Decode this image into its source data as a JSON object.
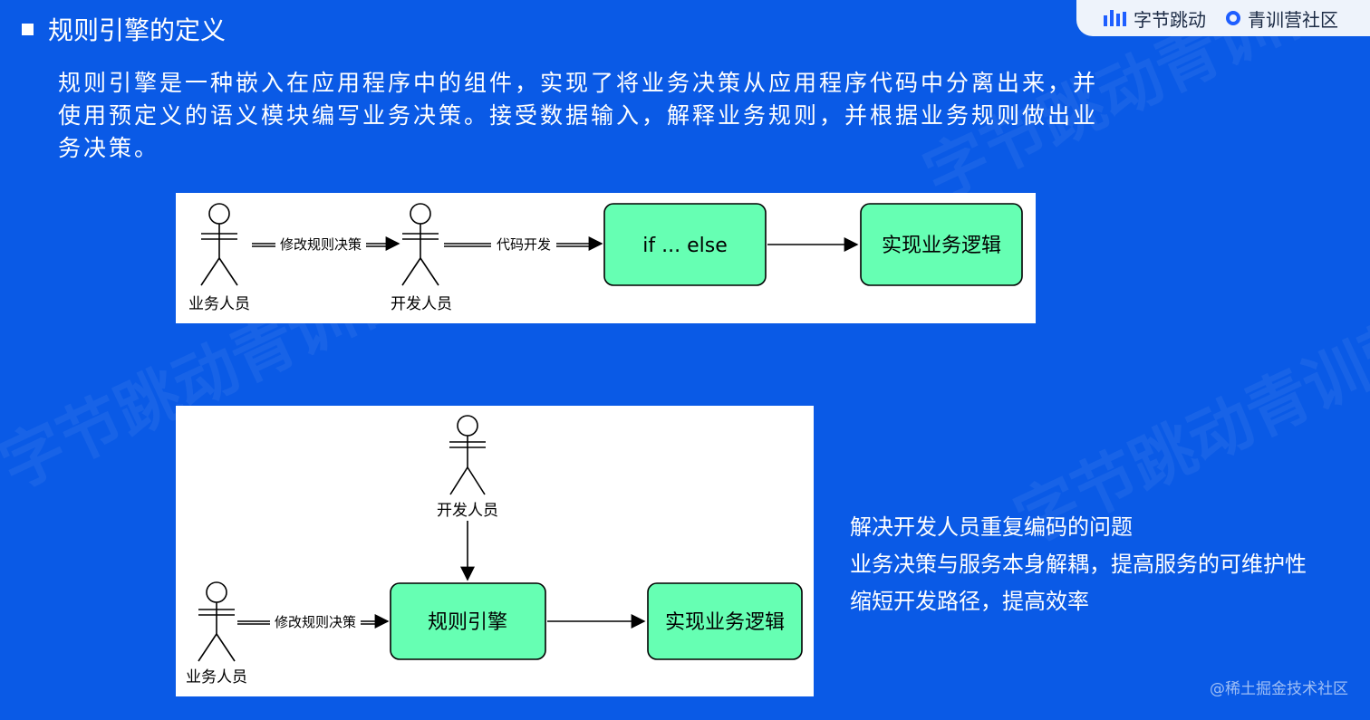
{
  "header": {
    "title": "规则引擎的定义",
    "brand_bytedance": "字节跳动",
    "brand_camp": "青训营社区"
  },
  "intro": {
    "line1": "规则引擎是一种嵌入在应用程序中的组件，实现了将业务决策从应用程序代码中分离出来，并",
    "line2": "使用预定义的语义模块编写业务决策。接受数据输入，解释业务规则，并根据业务规则做出业",
    "line3": "务决策。"
  },
  "diagram_top": {
    "actor_business": "业务人员",
    "actor_developer": "开发人员",
    "edge_modify": "修改规则决策",
    "edge_code": "代码开发",
    "node_ifelse": "if ... else",
    "node_impl": "实现业务逻辑"
  },
  "diagram_bottom": {
    "actor_developer": "开发人员",
    "actor_business": "业务人员",
    "edge_modify": "修改规则决策",
    "node_engine": "规则引擎",
    "node_impl": "实现业务逻辑"
  },
  "benefits": [
    "解决开发人员重复编码的问题",
    "业务决策与服务本身解耦，提高服务的可维护性",
    "缩短开发路径，提高效率"
  ],
  "credit": "@稀土掘金技术社区",
  "colors": {
    "background": "#0a5ae6",
    "node_fill": "#66ffb3",
    "text_light": "#ffffff"
  }
}
